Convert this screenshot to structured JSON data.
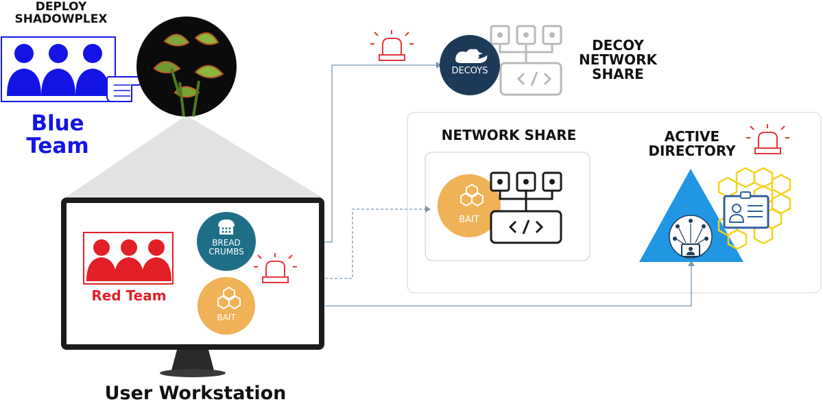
{
  "blue_team": {
    "deploy_line1": "DEPLOY",
    "deploy_line2": "SHADOWPLEX",
    "name_line1": "Blue",
    "name_line2": "Team"
  },
  "workstation": {
    "title": "User Workstation",
    "red_team_label": "Red Team",
    "breadcrumbs_line1": "BREAD",
    "breadcrumbs_line2": "CRUMBS",
    "bait_label": "BAIT"
  },
  "decoy_share": {
    "decoys_label": "DECOYS",
    "title_line1": "DECOY",
    "title_line2": "NETWORK",
    "title_line3": "SHARE"
  },
  "network_share": {
    "title": "NETWORK SHARE",
    "bait_label": "BAIT"
  },
  "active_directory": {
    "title_line1": "ACTIVE",
    "title_line2": "DIRECTORY"
  },
  "colors": {
    "blue_team": "#1414e6",
    "red_team": "#e21f26",
    "teal": "#1e6f86",
    "bait_orange": "#f0b256",
    "decoys_navy": "#1d3a59",
    "ad_blue": "#2197e3",
    "hex_yellow": "#f4d21f",
    "alarm_red": "#e5343c",
    "connector": "#7a97ad"
  }
}
